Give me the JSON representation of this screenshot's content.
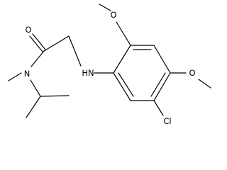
{
  "molecule": {
    "atoms": {
      "carbonyl_oxygen": "O",
      "amide_nitrogen": "N",
      "amine_nitrogen": "HN",
      "methoxy_oxygen_2": "O",
      "methoxy_oxygen_4": "O",
      "chlorine": "Cl"
    }
  }
}
